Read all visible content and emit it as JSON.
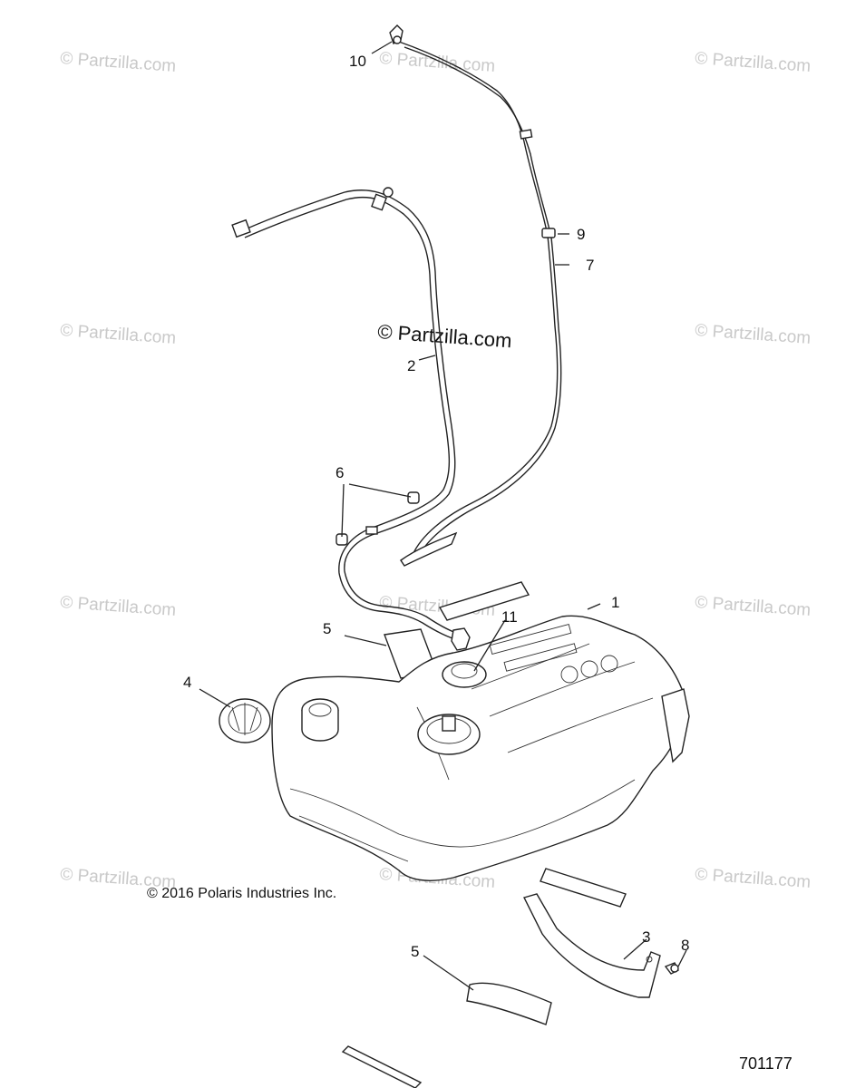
{
  "watermark": "© Partzilla.com",
  "center_watermark": "© Partzilla.com",
  "copyright": "© 2016 Polaris Industries Inc.",
  "diagram_number": "701177",
  "callouts": {
    "c1": "1",
    "c2": "2",
    "c3": "3",
    "c4": "4",
    "c5a": "5",
    "c5b": "5",
    "c6": "6",
    "c7": "7",
    "c8": "8",
    "c9": "9",
    "c10": "10",
    "c11": "11"
  }
}
